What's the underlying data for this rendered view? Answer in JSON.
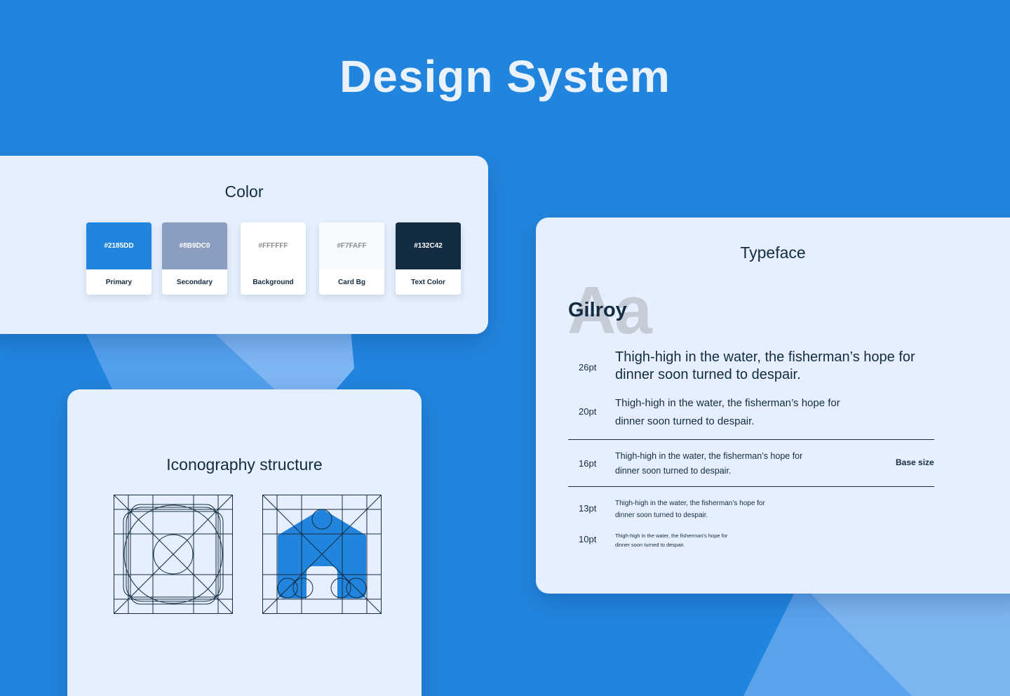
{
  "page": {
    "title": "Design System"
  },
  "colors": {
    "background": "#2185DD",
    "card_background": "#E5EFFD",
    "text": "#132C42"
  },
  "color_card": {
    "title": "Color",
    "swatches": [
      {
        "hex": "#2185DD",
        "label": "Primary",
        "fill": "#2185DD",
        "hex_color": "#FFFFFF"
      },
      {
        "hex": "#8B9DC0",
        "label": "Secondary",
        "fill": "#8B9DC0",
        "hex_color": "#FFFFFF"
      },
      {
        "hex": "#FFFFFF",
        "label": "Background",
        "fill": "#FFFFFF",
        "hex_color": "#8B8B8B"
      },
      {
        "hex": "#F7FAFF",
        "label": "Card Bg",
        "fill": "#F7FAFF",
        "hex_color": "#8B8B8B"
      },
      {
        "hex": "#132C42",
        "label": "Text Color",
        "fill": "#132C42",
        "hex_color": "#FFFFFF"
      }
    ]
  },
  "icon_card": {
    "title": "Iconography structure",
    "icons": [
      "keyline-grid-icon",
      "home-icon"
    ]
  },
  "type_card": {
    "title": "Typeface",
    "glyph": "Aa",
    "font_name": "Gilroy",
    "base_size_label": "Base size",
    "samples": [
      {
        "size": "26pt",
        "line1": "Thigh-high in the water, the fisherman’s hope for",
        "line2": "dinner soon turned to despair."
      },
      {
        "size": "20pt",
        "line1": "Thigh-high in the water, the fisherman’s hope for",
        "line2": "dinner soon turned to despair."
      },
      {
        "size": "16pt",
        "line1": "Thigh-high in the water, the fisherman’s hope for",
        "line2": "dinner soon turned to despair."
      },
      {
        "size": "13pt",
        "line1": "Thigh-high in the water, the fisherman’s hope for",
        "line2": "dinner soon turned to despair."
      },
      {
        "size": "10pt",
        "line1": "Thigh-high in the water, the fisherman’s hope for",
        "line2": "dinner soon turned to despair."
      }
    ]
  }
}
